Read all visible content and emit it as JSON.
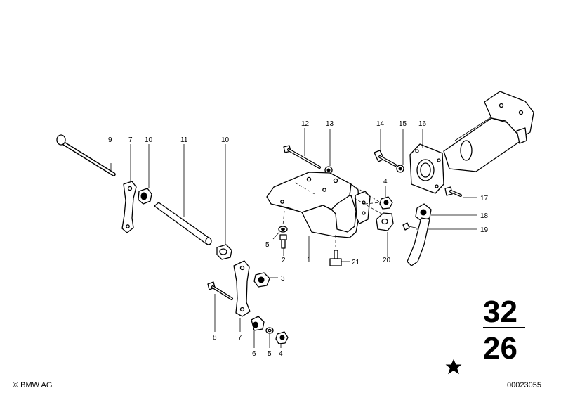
{
  "callouts": {
    "c1": "1",
    "c2": "2",
    "c3": "3",
    "c4a": "4",
    "c4b": "4",
    "c5a": "5",
    "c5b": "5",
    "c6": "6",
    "c7a": "7",
    "c7b": "7",
    "c8": "8",
    "c9": "9",
    "c10a": "10",
    "c10b": "10",
    "c11": "11",
    "c12": "12",
    "c13": "13",
    "c14": "14",
    "c15": "15",
    "c16": "16",
    "c17": "17",
    "c18": "18",
    "c19": "19",
    "c20": "20",
    "c21": "21"
  },
  "group_code": {
    "top": "32",
    "bottom": "26"
  },
  "footer": {
    "copyright": "© BMW AG",
    "doc_number": "00023055"
  }
}
